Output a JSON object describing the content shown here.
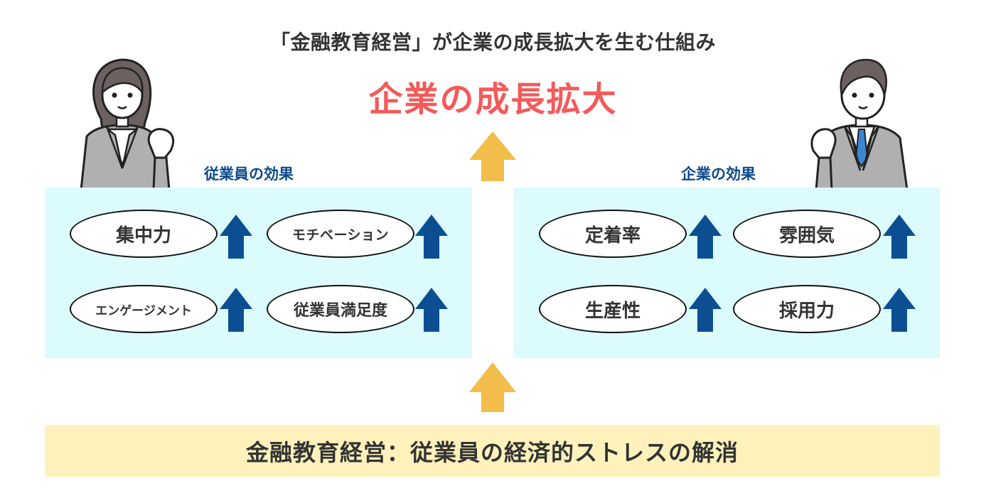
{
  "title": "「金融教育経営」が企業の成長拡大を生む仕組み",
  "headline": "企業の成長拡大",
  "colors": {
    "headline": "#f45a5a",
    "panel_bg": "#dcfbfd",
    "panel_label": "#0d4a8c",
    "blue_arrow": "#0b4f92",
    "yellow_arrow": "#f2bd4b",
    "bottom_bar_bg": "#fdf2bb"
  },
  "employee_panel": {
    "label": "従業員の効果",
    "items": [
      {
        "label": "集中力",
        "trend": "up"
      },
      {
        "label": "モチベーション",
        "trend": "up"
      },
      {
        "label": "エンゲージメント",
        "trend": "up"
      },
      {
        "label": "従業員満足度",
        "trend": "up"
      }
    ]
  },
  "company_panel": {
    "label": "企業の効果",
    "items": [
      {
        "label": "定着率",
        "trend": "up"
      },
      {
        "label": "雰囲気",
        "trend": "up"
      },
      {
        "label": "生産性",
        "trend": "up"
      },
      {
        "label": "採用力",
        "trend": "up"
      }
    ]
  },
  "foundation": "金融教育経営：従業員の経済的ストレスの解消",
  "illustrations": {
    "left": "businesswoman-fist-pump",
    "right": "businessman-fist-pump"
  }
}
